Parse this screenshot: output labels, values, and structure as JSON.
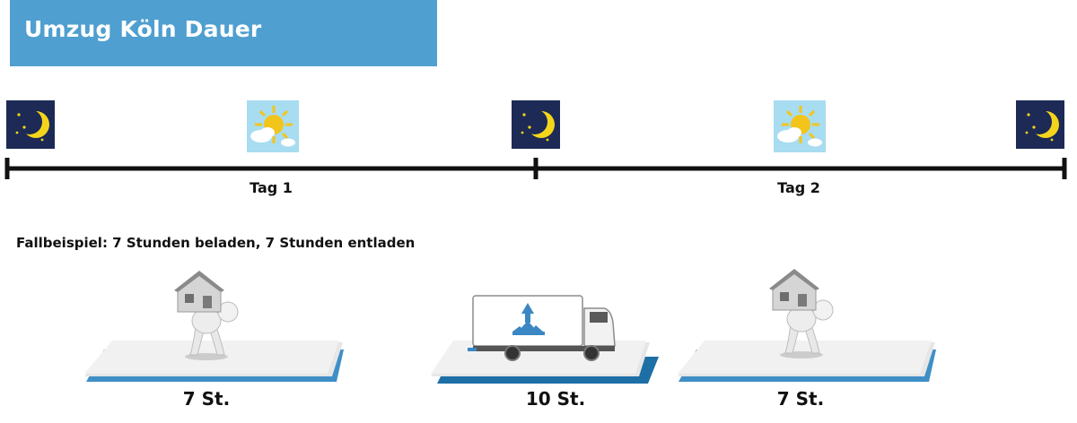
{
  "title": "Umzug Köln Dauer",
  "timeline": {
    "days": [
      "Tag 1",
      "Tag 2"
    ],
    "markers": [
      "night-icon",
      "day-icon",
      "night-icon",
      "day-icon",
      "night-icon"
    ]
  },
  "case_text": "Fallbeispiel: 7 Stunden beladen, 7 Stunden entladen",
  "stages": [
    {
      "label": "7 St.",
      "icon": "person-carrying-house-icon",
      "phase": "beladen"
    },
    {
      "label": "10 St.",
      "icon": "moving-truck-icon",
      "phase": "fahrt"
    },
    {
      "label": "7 St.",
      "icon": "person-carrying-house-icon",
      "phase": "entladen"
    }
  ],
  "colors": {
    "title_bg": "#4f9fd0",
    "night_bg": "#1c2a55",
    "moon": "#f5d51c",
    "day_bg": "#a8dcf0",
    "sun": "#f3c51a",
    "platform_blue": "#3f8fc6",
    "platform_dark_blue": "#1d6fa6",
    "timeline": "#111111"
  }
}
